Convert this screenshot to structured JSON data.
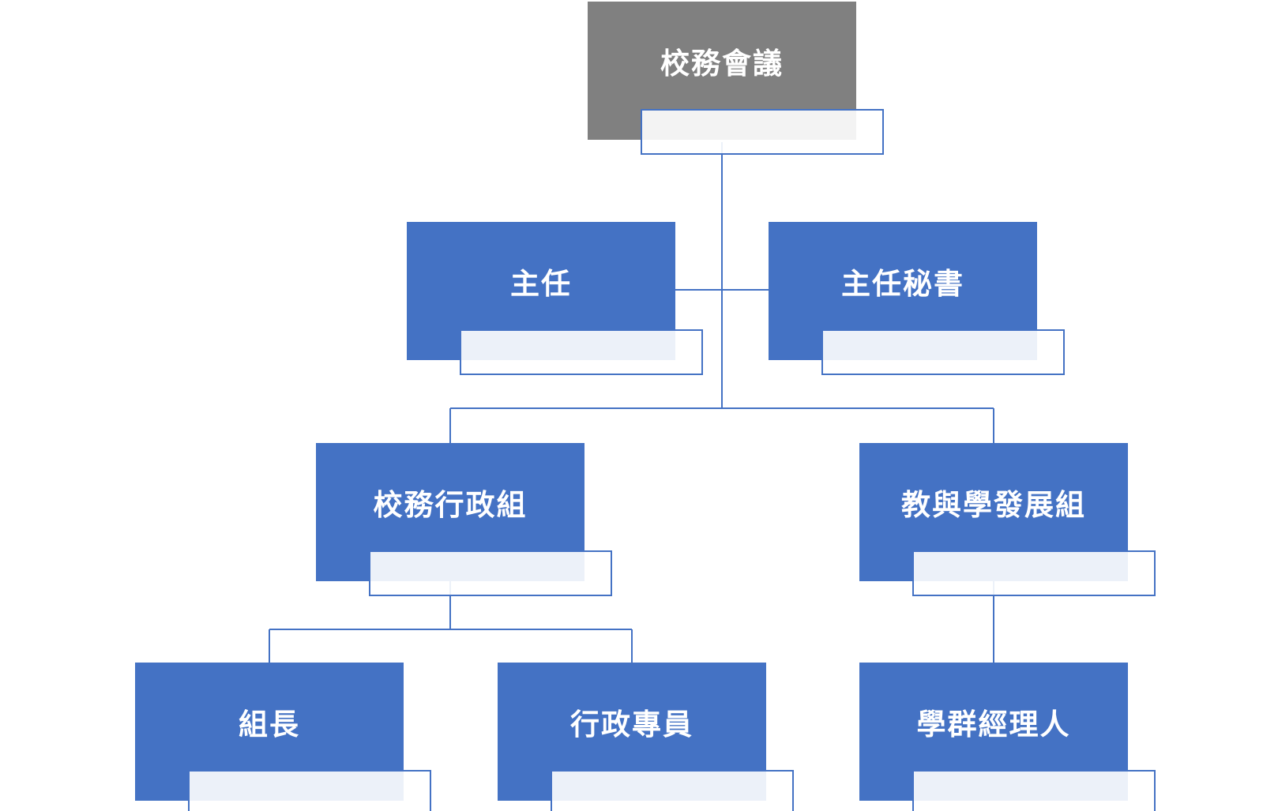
{
  "colors": {
    "node_fill": "#4472c4",
    "root_fill": "#808080",
    "connector": "#4472c4",
    "text": "#ffffff"
  },
  "nodes": {
    "root": {
      "label": "校務會議",
      "sublabel": ""
    },
    "director": {
      "label": "主任",
      "sublabel": ""
    },
    "secretary": {
      "label": "主任秘書",
      "sublabel": ""
    },
    "admin_group": {
      "label": "校務行政組",
      "sublabel": ""
    },
    "teaching_group": {
      "label": "教與學發展組",
      "sublabel": ""
    },
    "section_chief": {
      "label": "組長",
      "sublabel": ""
    },
    "admin_specialist": {
      "label": "行政專員",
      "sublabel": ""
    },
    "program_manager": {
      "label": "學群經理人",
      "sublabel": ""
    }
  }
}
